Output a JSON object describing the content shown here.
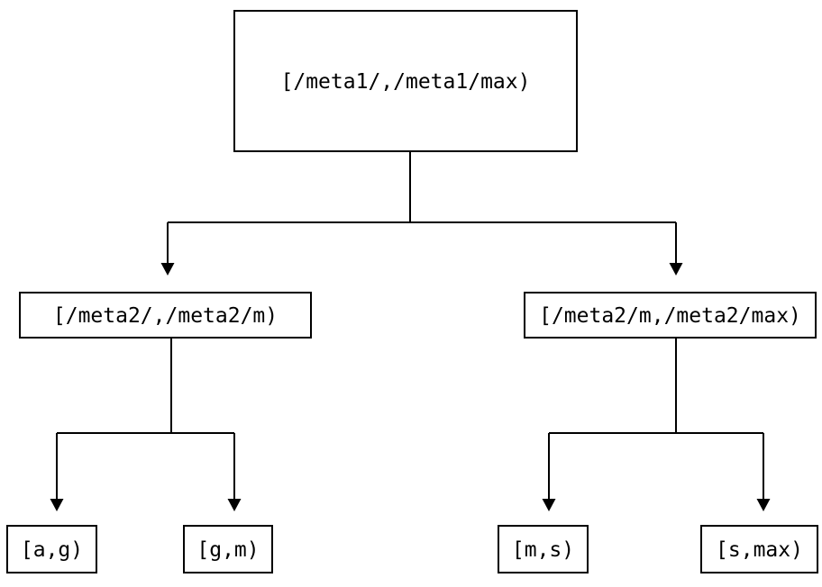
{
  "diagram": {
    "type": "binary-tree",
    "description": "Key range partition tree",
    "colors": {
      "background": "#ffffff",
      "line": "#000000",
      "text": "#000000",
      "box_fill": "#ffffff"
    },
    "nodes": {
      "root": {
        "label": "[/meta1/,/meta1/max)"
      },
      "left_child": {
        "label": "[/meta2/,/meta2/m)"
      },
      "right_child": {
        "label": "[/meta2/m,/meta2/max)"
      },
      "leaf_ag": {
        "label": "[a,g)"
      },
      "leaf_gm": {
        "label": "[g,m)"
      },
      "leaf_ms": {
        "label": "[m,s)"
      },
      "leaf_smax": {
        "label": "[s,max)"
      }
    },
    "edges": [
      {
        "from": "root",
        "to": "left_child"
      },
      {
        "from": "root",
        "to": "right_child"
      },
      {
        "from": "left_child",
        "to": "leaf_ag"
      },
      {
        "from": "left_child",
        "to": "leaf_gm"
      },
      {
        "from": "right_child",
        "to": "leaf_ms"
      },
      {
        "from": "right_child",
        "to": "leaf_smax"
      }
    ]
  }
}
